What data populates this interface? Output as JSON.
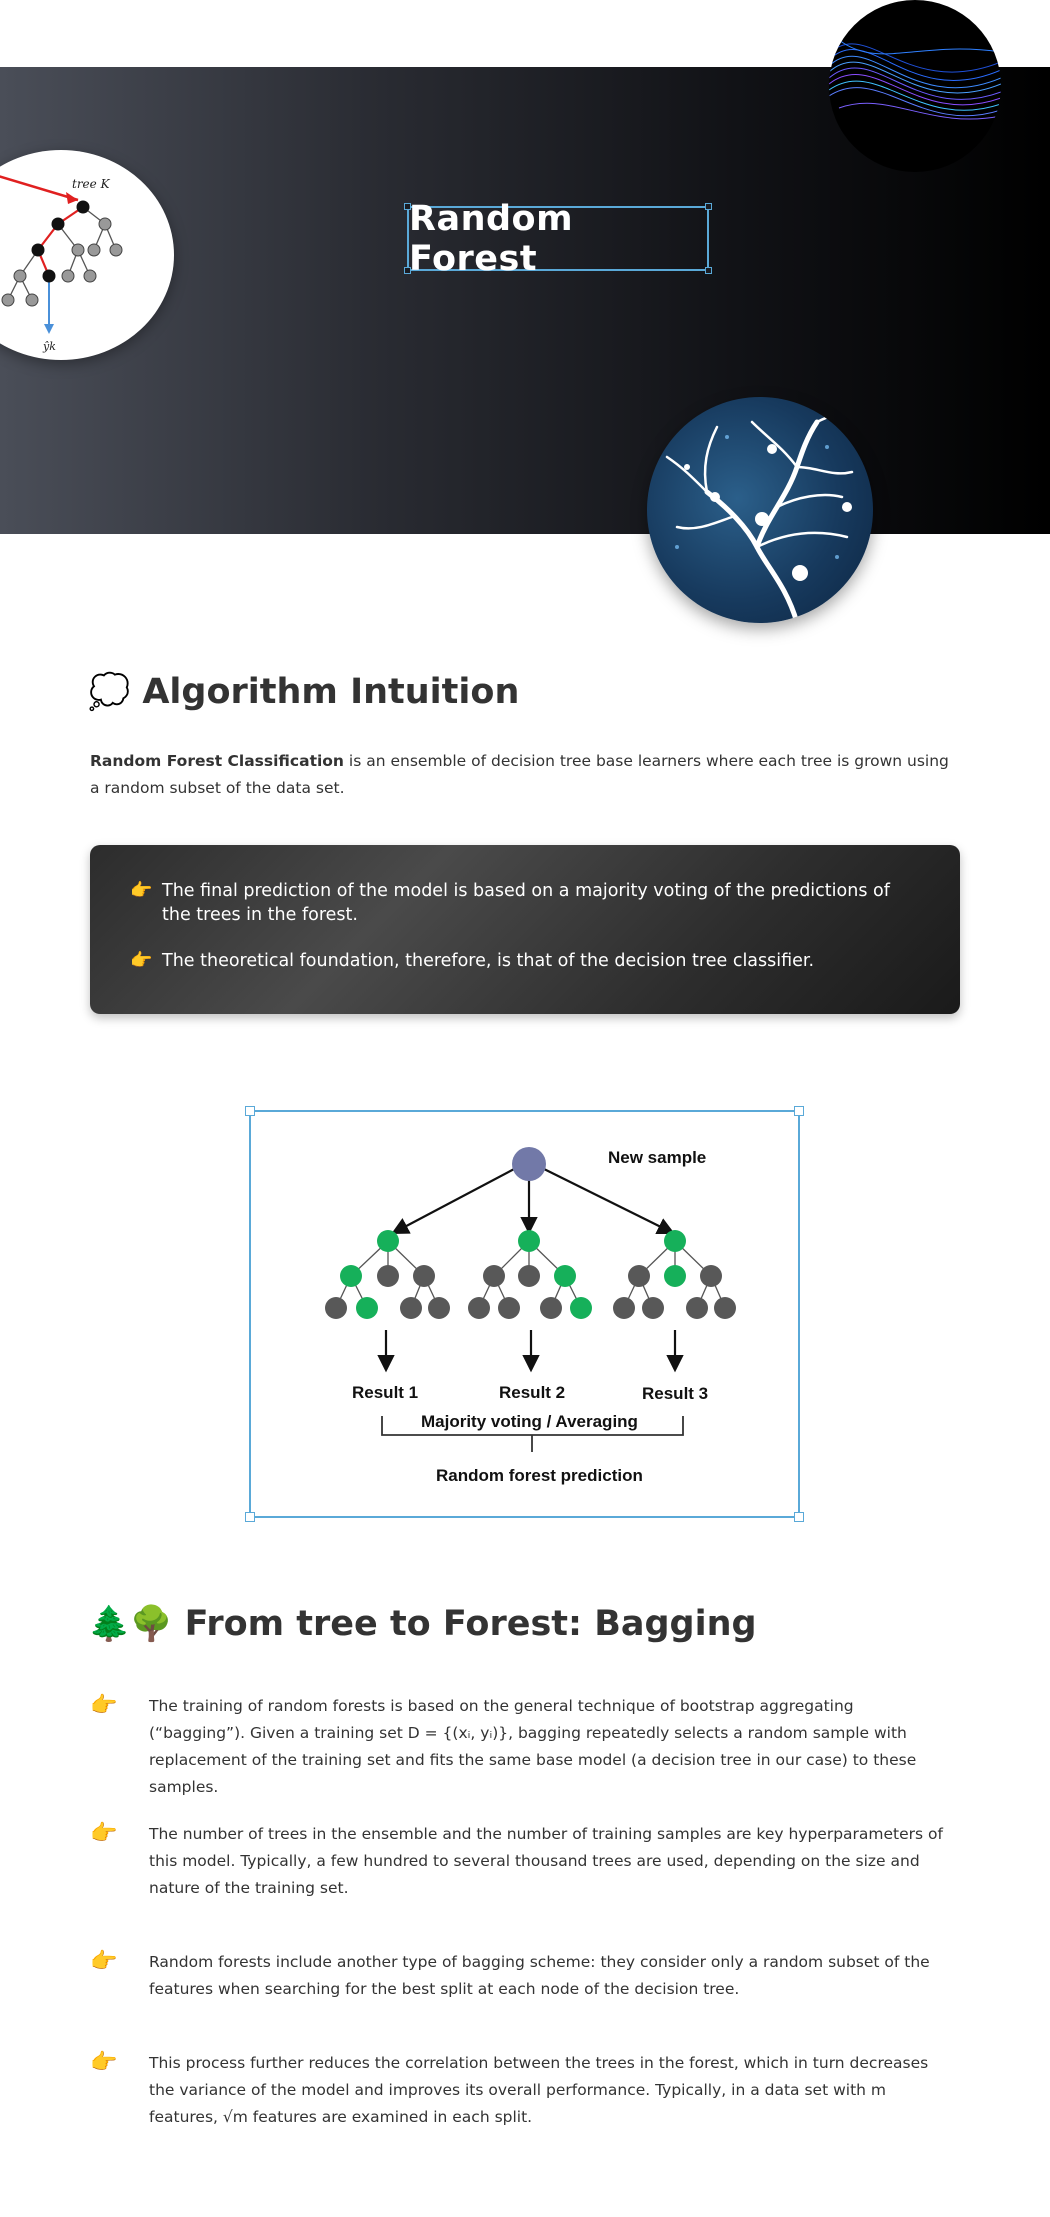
{
  "hero": {
    "title": "Random Forest",
    "tree_illustration": {
      "label_top": "tree K",
      "label_bottom": "ŷk"
    },
    "images": [
      "decision-tree-illustration",
      "blue-wave-lines",
      "glowing-neural-tree"
    ]
  },
  "section1": {
    "emoji": "💭",
    "heading": "Algorithm Intuition",
    "intro_bold": "Random Forest Classification",
    "intro_rest": " is an ensemble of decision tree base learners where each tree is grown using a random subset of the data set.",
    "callout_items": [
      "The final prediction of the model is based on a majority voting of the predictions of the trees in the forest.",
      "The theoretical foundation, therefore, is that of the decision tree classifier."
    ],
    "hand_emoji": "👉"
  },
  "diagram": {
    "new_sample": "New sample",
    "results": [
      "Result 1",
      "Result 2",
      "Result 3"
    ],
    "voting": "Majority voting / Averaging",
    "prediction": "Random forest prediction",
    "colors": {
      "root": "#7279a8",
      "selected": "#16b05a",
      "unselected": "#585858"
    }
  },
  "section2": {
    "emoji": "🌲🌳",
    "heading": "From tree to Forest: Bagging",
    "bullets": [
      "The training of random forests is based on the general technique of bootstrap aggregating (“bagging”). Given a training set D = {(xᵢ, yᵢ)}, bagging repeatedly selects a random sample with replacement of the training set and fits the same base model (a decision tree in our case) to these samples.",
      "The number of trees in the ensemble and the number of training samples are key hyperparameters of this model. Typically, a few hundred to several thousand trees are used, depending on the size and nature of the training set.",
      "Random forests include another type of bagging scheme: they consider only a random subset of the features when searching for the best split at each node of the decision tree.",
      "This process further reduces the correlation between the trees in the forest, which in turn decreases the variance of the model and improves its overall performance. Typically, in a data set with m features, √m features are examined in each split."
    ]
  }
}
